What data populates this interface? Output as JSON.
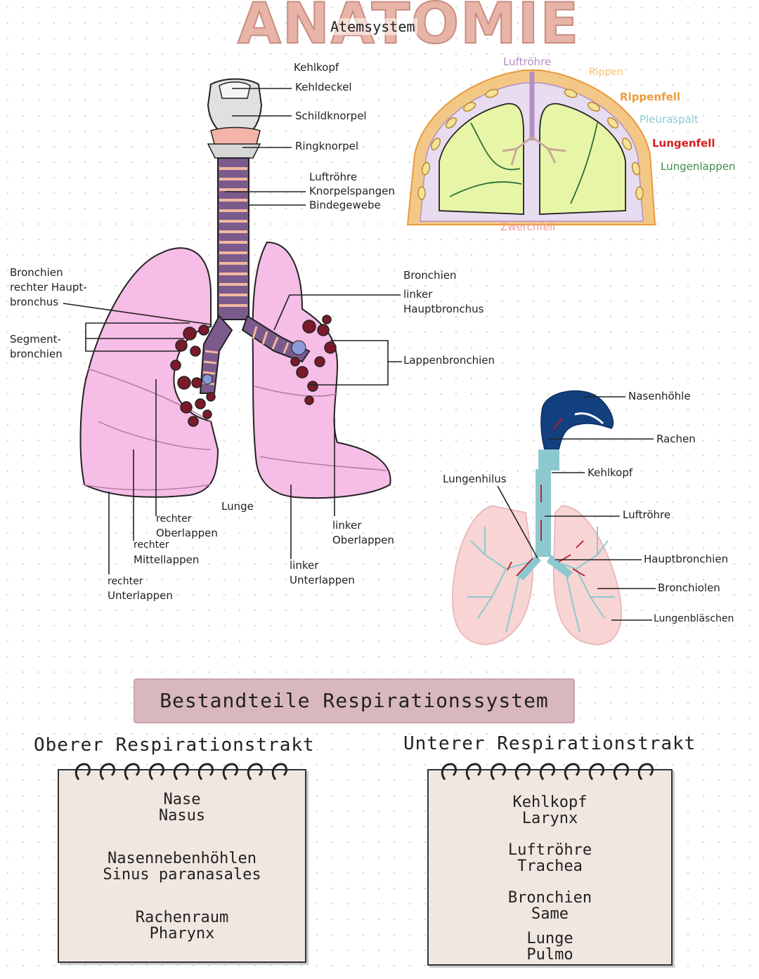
{
  "header": {
    "title": "ANATOMIE",
    "subtitle": "Atemsystem"
  },
  "main_diagram": {
    "labels": {
      "kehlkopf": "Kehlkopf",
      "kehldeckel": "Kehldeckel",
      "schildknorpel": "Schildknorpel",
      "ringknorpel": "Ringknorpel",
      "luftroehre": "Luftröhre",
      "knorpelspangen": "Knorpelspangen",
      "bindegewebe": "Bindegewebe",
      "bronchien_r1": "Bronchien",
      "bronchien_r2": "rechter Haupt-",
      "bronchien_r3": "bronchus",
      "segment1": "Segment-",
      "segment2": "bronchien",
      "bronchien_l1": "Bronchien",
      "bronchien_l2": "linker",
      "bronchien_l3": "Hauptbronchus",
      "lappenbronchien": "Lappenbronchien",
      "lunge": "Lunge",
      "r_ober1": "rechter",
      "r_ober2": "Oberlappen",
      "r_mittel1": "rechter",
      "r_mittel2": "Mittellappen",
      "r_unter1": "rechter",
      "r_unter2": "Unterlappen",
      "l_ober1": "linker",
      "l_ober2": "Oberlappen",
      "l_unter1": "linker",
      "l_unter2": "Unterlappen"
    }
  },
  "cross_section": {
    "labels": {
      "luftroehre": "Luftröhre",
      "rippen": "Rippen",
      "rippenfell": "Rippenfell",
      "pleuraspalt": "Pleuraspalt",
      "lungenfell": "Lungenfell",
      "lungenlappen": "Lungenlappen",
      "zwerchfell": "Zwerchfell"
    },
    "colors": {
      "luftroehre": "#b48ec3",
      "rippen": "#f2c26a",
      "rippenfell": "#ee9a3e",
      "pleuraspalt": "#8cc9cf",
      "lungenfell": "#d42020",
      "lungenlappen": "#3e8a4a",
      "zwerchfell": "#f09a9a"
    }
  },
  "airway_diagram": {
    "labels": {
      "nasenhoehle": "Nasenhöhle",
      "rachen": "Rachen",
      "kehlkopf": "Kehlkopf",
      "lungenhilus": "Lungenhilus",
      "luftroehre": "Luftröhre",
      "hauptbronchien": "Hauptbronchien",
      "bronchiolen": "Bronchiolen",
      "lungenblaeschen": "Lungenbläschen"
    }
  },
  "summary": {
    "banner": "Bestandteile Respirationssystem",
    "upper": {
      "heading": "Oberer Respirationstrakt",
      "items": [
        {
          "de": "Nase",
          "lat": "Nasus"
        },
        {
          "de": "Nasennebenhöhlen",
          "lat": "Sinus paranasales"
        },
        {
          "de": "Rachenraum",
          "lat": "Pharynx"
        }
      ]
    },
    "lower": {
      "heading": "Unterer Respirationstrakt",
      "items": [
        {
          "de": "Kehlkopf",
          "lat": "Larynx"
        },
        {
          "de": "Luftröhre",
          "lat": "Trachea"
        },
        {
          "de": "Bronchien",
          "lat": "Same"
        },
        {
          "de": "Lunge",
          "lat": "Pulmo"
        }
      ]
    }
  }
}
